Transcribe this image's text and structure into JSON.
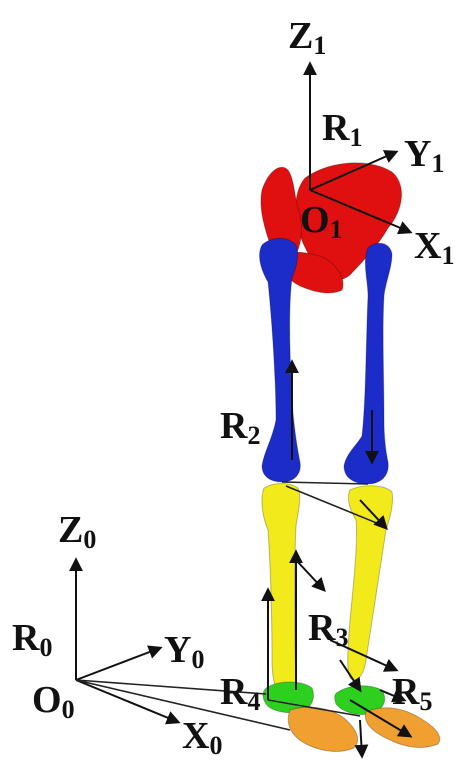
{
  "colors": {
    "pelvis": "#e01010",
    "femur": "#1c2cc8",
    "tibia": "#f2ea1a",
    "talus": "#2ed020",
    "foot": "#f0a030",
    "lines": "#111111",
    "background": "#ffffff"
  },
  "labels": {
    "z1": {
      "main": "Z",
      "sub": "1"
    },
    "r1": {
      "main": "R",
      "sub": "1"
    },
    "y1": {
      "main": "Y",
      "sub": "1"
    },
    "o1": {
      "main": "O",
      "sub": "1"
    },
    "x1": {
      "main": "X",
      "sub": "1"
    },
    "r2": {
      "main": "R",
      "sub": "2"
    },
    "z0": {
      "main": "Z",
      "sub": "0"
    },
    "r0": {
      "main": "R",
      "sub": "0"
    },
    "y0": {
      "main": "Y",
      "sub": "0"
    },
    "o0": {
      "main": "O",
      "sub": "0"
    },
    "x0": {
      "main": "X",
      "sub": "0"
    },
    "r3": {
      "main": "R",
      "sub": "3"
    },
    "r4": {
      "main": "R",
      "sub": "4"
    },
    "r5": {
      "main": "R",
      "sub": "5"
    }
  }
}
